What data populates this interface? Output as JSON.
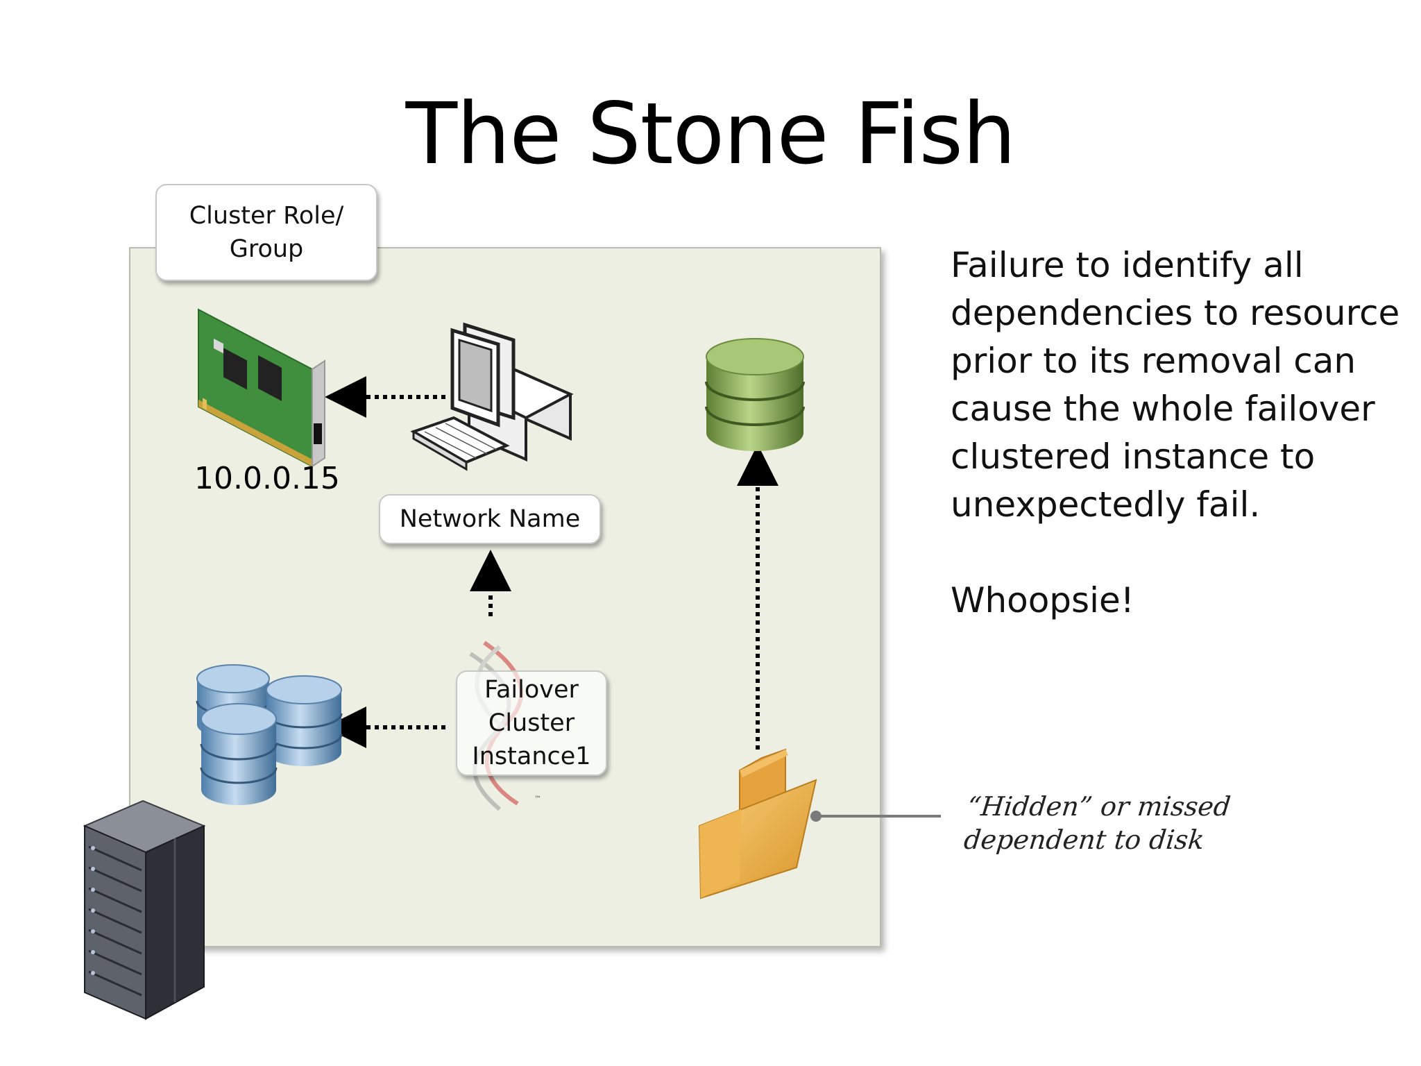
{
  "slide": {
    "title": "The Stone Fish"
  },
  "diagram": {
    "group_label": "Cluster Role/ Group",
    "group_label_lines": [
      "Cluster Role/",
      "Group"
    ],
    "ip_address": "10.0.0.15",
    "network_name_label": "Network Name",
    "instance_label_lines": [
      "Failover",
      "Cluster",
      "Instance1"
    ],
    "hidden_note_lines": [
      "“Hidden” or missed",
      "dependent to disk"
    ],
    "colors": {
      "panel_fill": "#ecefe2",
      "db_green": "#8fae5a",
      "db_blue": "#8fb3d6",
      "folder": "#f2b64c",
      "nic_board": "#3f8f3f"
    },
    "icons": [
      "network-card-icon",
      "computer-icon",
      "green-database-icon",
      "blue-database-cluster-icon",
      "sql-server-logo-icon",
      "folder-icon",
      "server-rack-icon"
    ]
  },
  "description": {
    "lines": [
      "Failure to identify all",
      "dependencies to resource",
      "prior to its removal can",
      "cause the whole failover",
      "clustered instance to",
      "unexpectedly fail."
    ],
    "exclamation": "Whoopsie!"
  }
}
